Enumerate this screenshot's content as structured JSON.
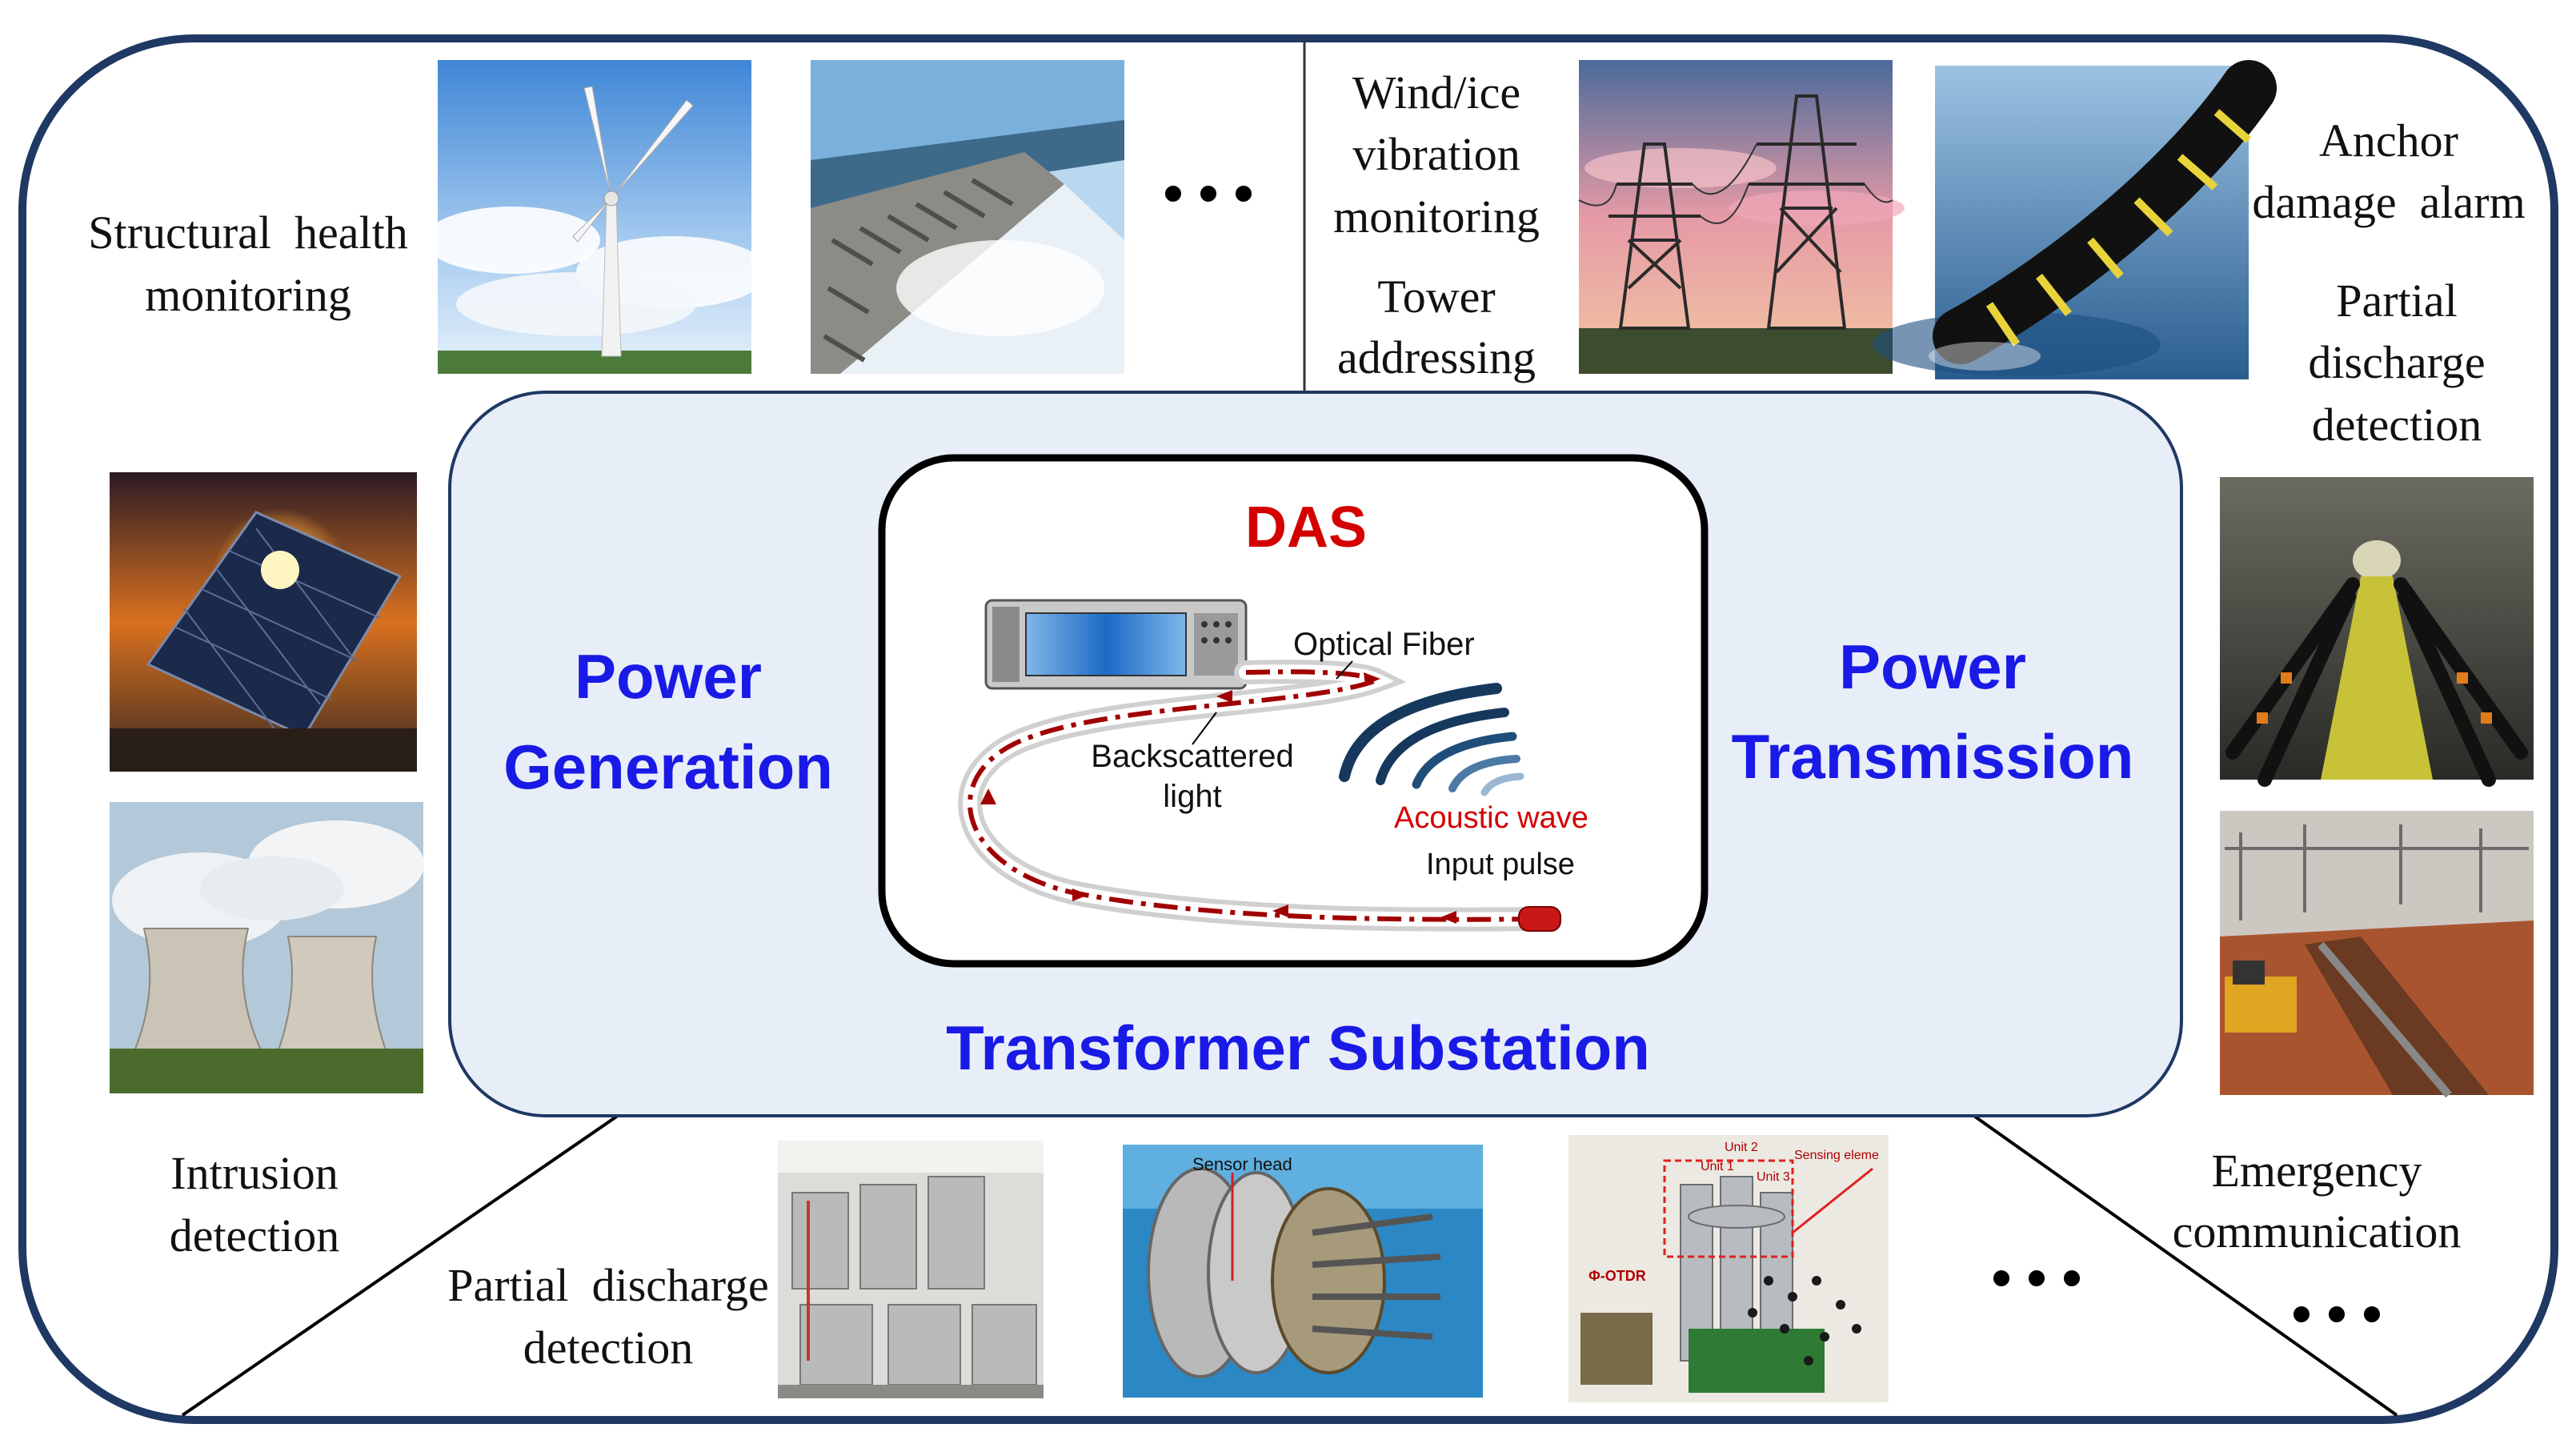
{
  "center": {
    "title": "DAS",
    "optical_fiber": "Optical Fiber",
    "backscattered_line1": "Backscattered",
    "backscattered_line2": "light",
    "acoustic_wave": "Acoustic wave",
    "input_pulse": "Input pulse"
  },
  "domains": {
    "generation_line1": "Power",
    "generation_line2": "Generation",
    "transmission_line1": "Power",
    "transmission_line2": "Transmission",
    "substation": "Transformer Substation"
  },
  "applications": {
    "structural_line1": "Structural  health",
    "structural_line2": "monitoring",
    "wind_line1": "Wind/ice",
    "wind_line2": "vibration",
    "wind_line3": "monitoring",
    "tower_line1": "Tower",
    "tower_line2": "addressing",
    "anchor_line1": "Anchor",
    "anchor_line2": "damage  alarm",
    "pd_right_line1": "Partial",
    "pd_right_line2": "discharge",
    "pd_right_line3": "detection",
    "intrusion_line1": "Intrusion",
    "intrusion_line2": "detection",
    "pd_bottom_line1": "Partial  discharge",
    "pd_bottom_line2": "detection",
    "emergency_line1": "Emergency",
    "emergency_line2": "communication"
  },
  "photo_labels": {
    "sensor_head": "Sensor head",
    "unit2": "Unit 2",
    "unit1": "Unit 1",
    "unit3": "Unit 3",
    "sensing_element": "Sensing eleme",
    "phi_otdr": "Φ-OTDR"
  },
  "ellipsis": "• • •",
  "colors": {
    "frame": "#1f3864",
    "inner_panel_fill": "#e8eef8",
    "domain_text": "#1a1ae6",
    "das_title": "#d40000",
    "acoustic_text": "#d40000"
  },
  "icons": [
    "wind-turbine-photo",
    "dam-spillway-photo",
    "transmission-towers-photo",
    "submarine-cable-photo",
    "solar-panel-photo",
    "cooling-towers-photo",
    "cable-tunnel-photo",
    "cable-trench-photo",
    "gis-substation-photo",
    "sensor-head-photo",
    "gis-test-setup-photo",
    "das-interrogator-icon"
  ]
}
